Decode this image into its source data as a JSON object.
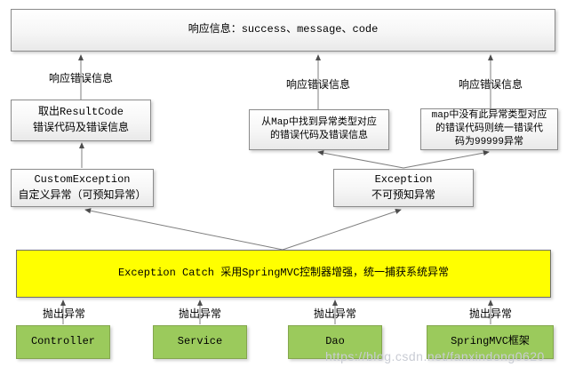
{
  "diagram": {
    "response_box": {
      "text": "响应信息：success、message、code"
    },
    "response_error_labels": [
      "响应错误信息",
      "响应错误信息",
      "响应错误信息"
    ],
    "boxes": {
      "resultcode": {
        "lines": [
          "取出ResultCode",
          "错误代码及错误信息"
        ]
      },
      "from_map": {
        "lines": [
          "从Map中找到异常类型对应",
          "的错误代码及错误信息"
        ]
      },
      "no_map": {
        "lines": [
          "map中没有此异常类型对应",
          "的错误代码则统一错误代",
          "码为99999异常"
        ]
      },
      "custom_exception": {
        "lines": [
          "CustomException",
          "自定义异常（可预知异常）"
        ]
      },
      "exception": {
        "lines": [
          "Exception",
          "不可预知异常"
        ]
      },
      "catch_bar": {
        "text": "Exception Catch 采用SpringMVC控制器增强，统一捕获系统异常"
      }
    },
    "throw_labels": [
      "抛出异常",
      "抛出异常",
      "抛出异常",
      "抛出异常"
    ],
    "source_boxes": [
      "Controller",
      "Service",
      "Dao",
      "SpringMVC框架"
    ],
    "watermark": "https://blog.csdn.net/fanxindong0620",
    "colors": {
      "highlight_fill": "#ffff00",
      "source_fill": "#9bca5c",
      "source_border": "#84a64d",
      "box_border": "#8b8b8b",
      "line_color": "#7f7f7f",
      "arrow_color": "#4d4d4d",
      "watermark_color": "#c9ccd4"
    }
  }
}
